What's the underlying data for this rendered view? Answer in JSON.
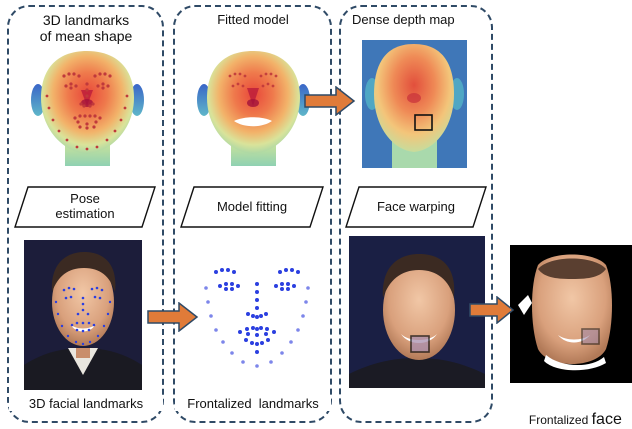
{
  "columns": [
    {
      "top_label": [
        "3D landmarks",
        "of mean shape"
      ],
      "process": [
        "Pose",
        "estimation"
      ],
      "bottom_label": "3D facial landmarks"
    },
    {
      "top_label": [
        "Fitted model"
      ],
      "process": [
        "Model fitting"
      ],
      "bottom_label": "Frontalized  landmarks"
    },
    {
      "top_label": [
        "Dense depth map"
      ],
      "process": [
        "Face warping"
      ],
      "bottom_label": ""
    }
  ],
  "output": {
    "label_prefix": "Frontalized ",
    "label_emph": "face"
  },
  "colors": {
    "dashed_border": "#2f4a66",
    "arrow_fill": "#e07b39",
    "arrow_stroke": "#2f4a66",
    "landmark_blue": "#2b3fe0",
    "landmark_red": "#c0393b",
    "depth_bg": "#3f77b8"
  }
}
